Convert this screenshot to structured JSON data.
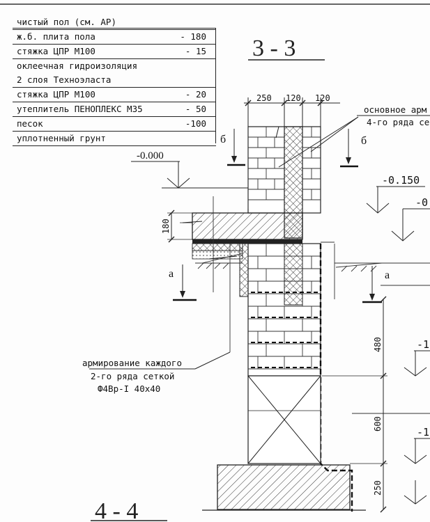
{
  "layers": [
    {
      "text": "чистый пол (см. АР)",
      "value": ""
    },
    {
      "text": "ж.б. плита пола",
      "value": "- 180"
    },
    {
      "text": "стяжка ЦПР М100",
      "value": "- 15"
    },
    {
      "text": "оклеечная гидроизоляция",
      "value": ""
    },
    {
      "text": "2 слоя Техноэласта",
      "value": ""
    },
    {
      "text": "стяжка ЦПР М100",
      "value": "- 20"
    },
    {
      "text": "утеплитель ПЕНОПЛЕКС М35",
      "value": "- 50"
    },
    {
      "text": "песок",
      "value": "-100"
    },
    {
      "text": "уплотненный грунт",
      "value": ""
    }
  ],
  "section_title": "3 - 3",
  "bottom_title": "4 - 4",
  "dims_top": [
    "250",
    "120",
    "120"
  ],
  "dims_vertical": {
    "slab": "180",
    "d480": "480",
    "d600": "600",
    "d250": "250"
  },
  "levels": {
    "zero": "-0.000",
    "l150": "-0.150",
    "l0_partial": "-0",
    "l1a": "-1",
    "l1b": "-1"
  },
  "cut_marks": {
    "b": "б",
    "a": "а"
  },
  "notes": {
    "reinf_main_l1": "основное арм",
    "reinf_main_l2": "4-го ряда се",
    "reinf_every_l1": "армирование каждого",
    "reinf_every_l2": "2-го ряда сеткой",
    "reinf_every_l3": "Ф4Вр-I 40x40"
  }
}
